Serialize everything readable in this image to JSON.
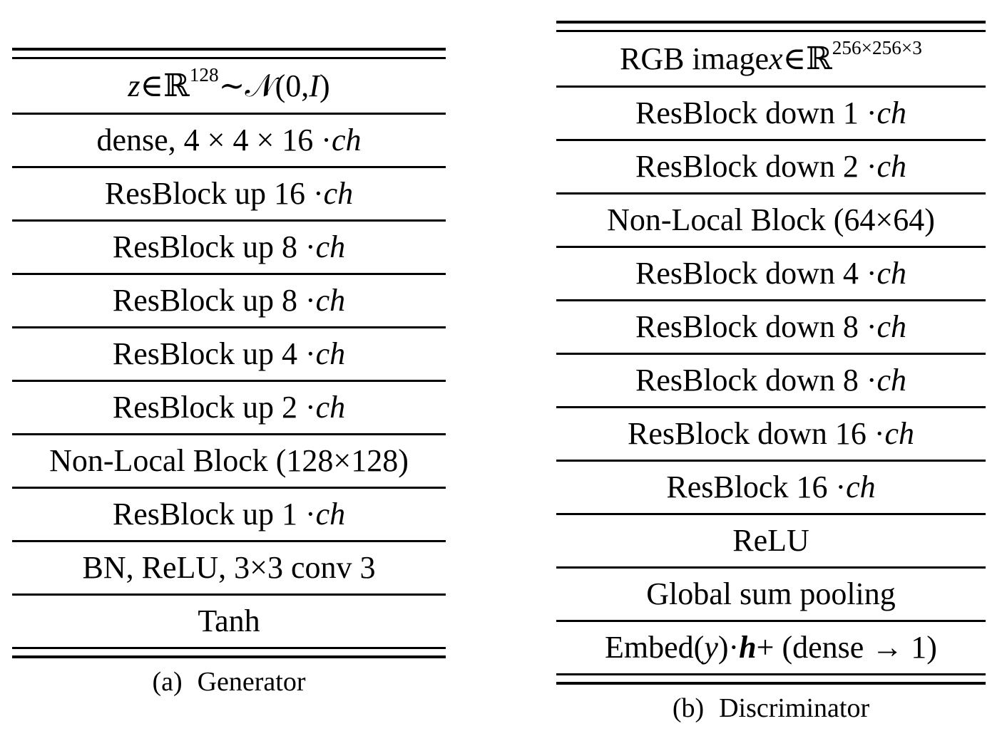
{
  "figure": {
    "background_color": "#ffffff",
    "text_color": "#000000",
    "rule_color": "#000000"
  },
  "generator_table": {
    "caption_label": "(a)",
    "caption_title": "Generator",
    "rows": [
      "<i>z</i> ∈ <span class=\"bb\">ℝ</span><sup>128</sup> ∼ <span class=\"cal\">𝒩</span>(0, <i>I</i>)",
      "dense, 4 × 4 × 16 · <i>ch</i>",
      "ResBlock up 16 · <i>ch</i>",
      "ResBlock up 8 · <i>ch</i>",
      "ResBlock up 8 · <i>ch</i>",
      "ResBlock up 4 · <i>ch</i>",
      "ResBlock up 2 · <i>ch</i>",
      "Non-Local Block (128×128)",
      "ResBlock up 1 · <i>ch</i>",
      "BN, ReLU, 3×3 conv 3",
      "Tanh"
    ]
  },
  "discriminator_table": {
    "caption_label": "(b)",
    "caption_title": "Discriminator",
    "rows": [
      "RGB image <i>x</i> ∈ <span class=\"bb\">ℝ</span><sup>256×256×3</sup>",
      "ResBlock down 1 · <i>ch</i>",
      "ResBlock down 2 · <i>ch</i>",
      "Non-Local Block (64×64)",
      "ResBlock down 4 · <i>ch</i>",
      "ResBlock down 8 · <i>ch</i>",
      "ResBlock down 8 · <i>ch</i>",
      "ResBlock down 16 · <i>ch</i>",
      "ResBlock 16 · <i>ch</i>",
      "ReLU",
      "Global sum pooling",
      "Embed(<i>y</i>)·<b><i>h</i></b> + (dense → 1)"
    ]
  }
}
